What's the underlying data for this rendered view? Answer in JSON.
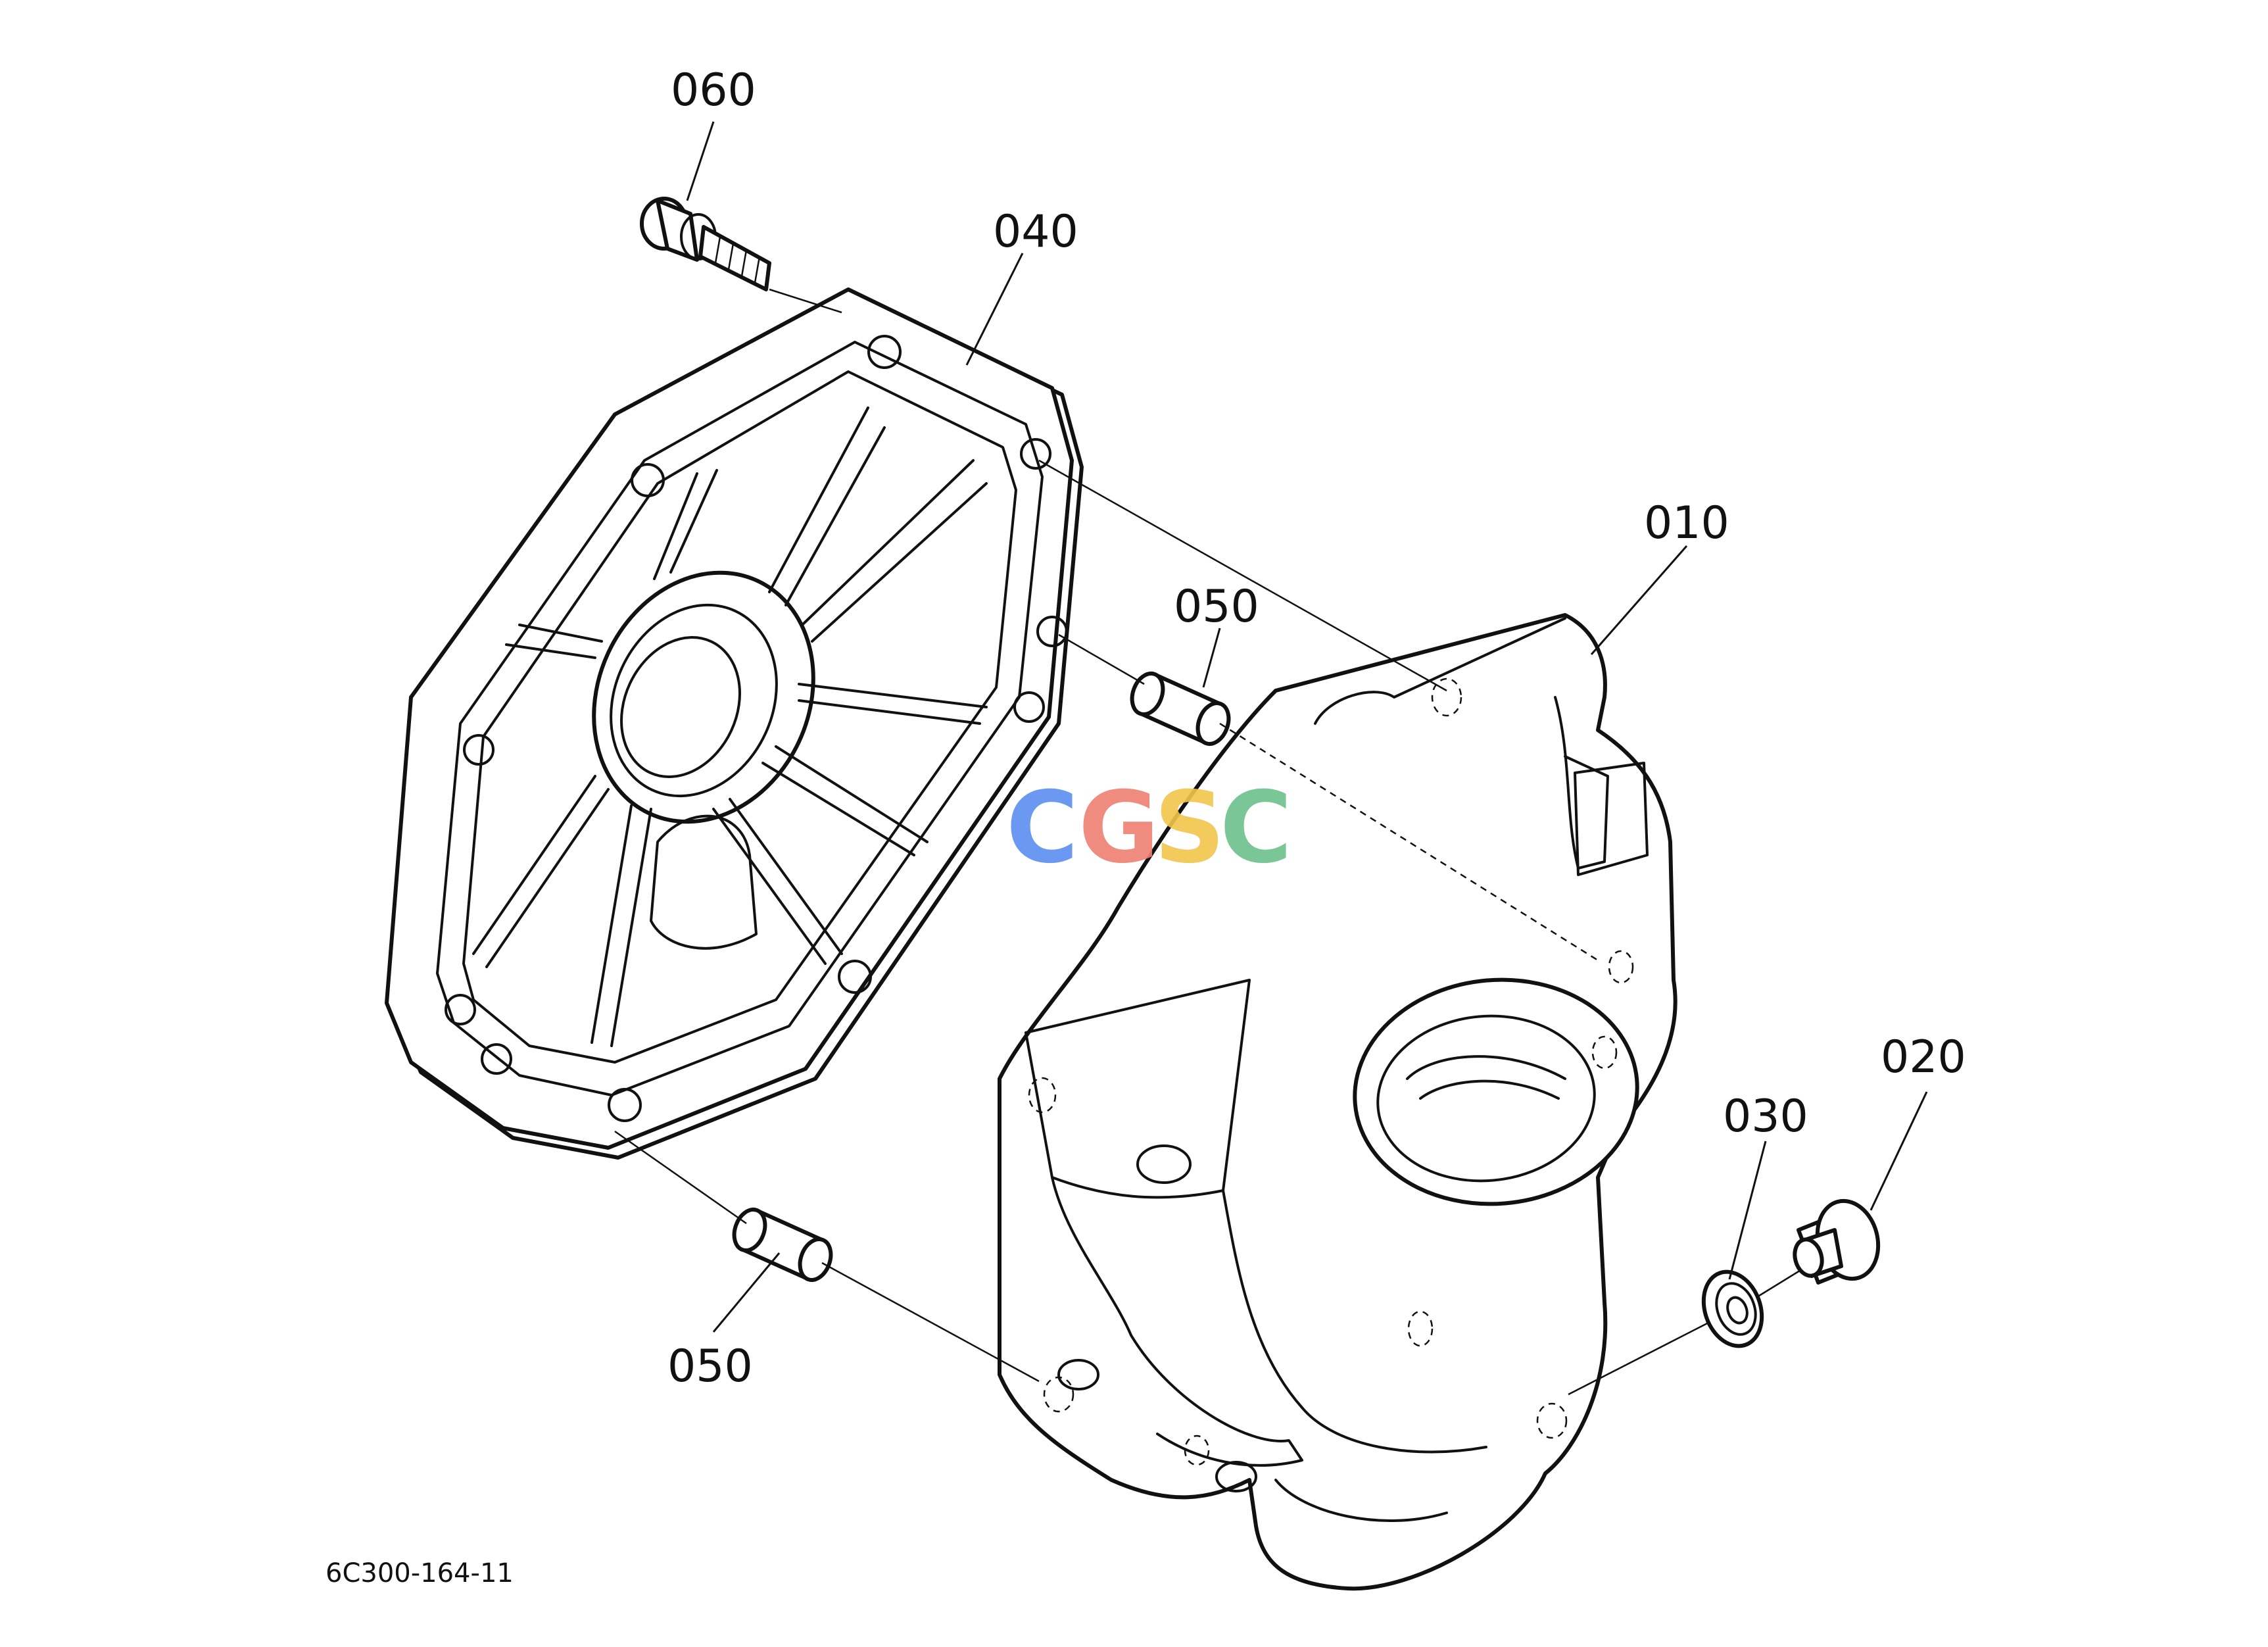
{
  "labels": {
    "p060": "060",
    "p040": "040",
    "p010": "010",
    "p050_upper": "050",
    "p050_lower": "050",
    "p030": "030",
    "p020": "020"
  },
  "drawing_number": "6C300-164-11",
  "watermark": {
    "letters": [
      "C",
      "G",
      "S",
      "C"
    ],
    "colors": [
      "#5b8def",
      "#ef7f73",
      "#f2c54b",
      "#6cc08b"
    ]
  }
}
